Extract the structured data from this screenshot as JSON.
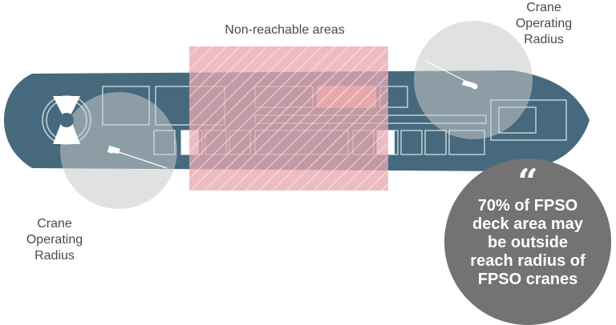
{
  "labels": {
    "non_reachable": "Non-reachable areas",
    "crane_top": [
      "Crane",
      "Operating",
      "Radius"
    ],
    "crane_bottom": [
      "Crane",
      "Operating",
      "Radius"
    ]
  },
  "quote": {
    "mark": "“",
    "lines": [
      "70% of FPSO",
      "deck area may",
      "be outside",
      "reach radius of",
      "FPSO cranes"
    ]
  },
  "colors": {
    "hull": "#46697d",
    "deck_outline": "#c8d6de",
    "crane_radius": "#c9c9c9",
    "non_reachable_fill": "#e8a8b0",
    "highlight_module": "#e8a89a",
    "quote_circle": "#737373",
    "text": "#4a4a4a"
  },
  "icons": [
    "helideck-icon",
    "crane-boom-icon"
  ]
}
